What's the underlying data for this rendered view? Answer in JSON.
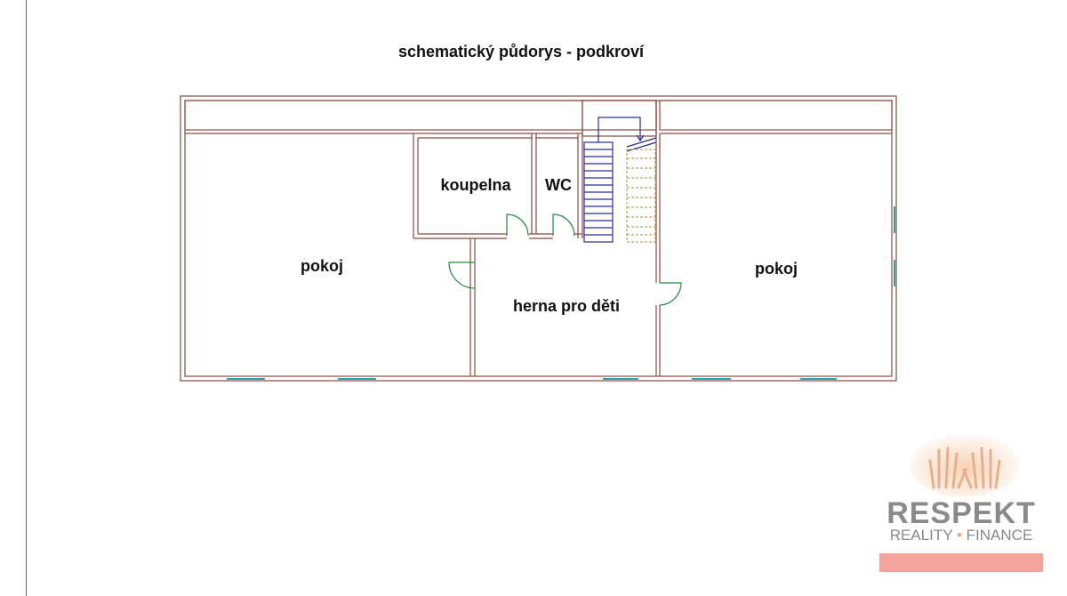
{
  "title": "schematický půdorys - podkroví",
  "rooms": [
    {
      "id": "pokoj-left",
      "label": "pokoj"
    },
    {
      "id": "koupelna",
      "label": "koupelna"
    },
    {
      "id": "wc",
      "label": "WC"
    },
    {
      "id": "herna",
      "label": "herna pro děti"
    },
    {
      "id": "pokoj-right",
      "label": "pokoj"
    }
  ],
  "colors": {
    "wall": "#8b4a40",
    "door": "#1f8a3a",
    "stairs_up": "#2a2a9a",
    "stairs_down": "#b8a460",
    "window": "#3aa0a8",
    "margin_line": "#2e8b3a"
  },
  "logo": {
    "name": "RESPEKT",
    "tagline_left": "REALITY",
    "tagline_sep": "•",
    "tagline_right": "FINANCE"
  }
}
